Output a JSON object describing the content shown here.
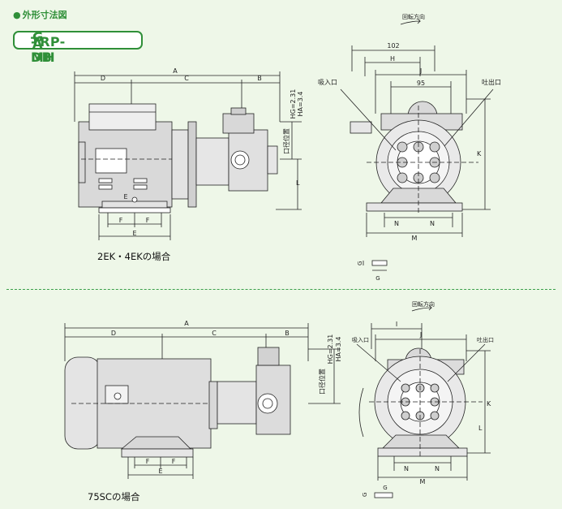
{
  "section_title": "外形寸法図",
  "model_name": "TRP-MH^G_A-DB",
  "model_display": "TRP-MH",
  "model_sup": "G",
  "model_sub": "A",
  "model_suffix": "-DB",
  "top_drawing": {
    "caption": "2EK・4EKの場合",
    "dims": {
      "A": "A",
      "B": "B",
      "C": "C",
      "D": "D",
      "E": "E",
      "F": "F",
      "G": "G",
      "H": "H",
      "J": "J",
      "K": "K",
      "L": "L",
      "M": "M",
      "N": "N",
      "d102": "102",
      "d95": "95"
    },
    "hg": "HG=2.31",
    "ha": "HA=3.4",
    "port_pos": "口径位置",
    "rotation": "回転方向",
    "suction": "吸入口",
    "discharge": "吐出口"
  },
  "bottom_drawing": {
    "caption": "75SCの場合",
    "dims": {
      "A": "A",
      "B": "B",
      "C": "C",
      "D": "D",
      "E": "E",
      "F": "F",
      "G": "G",
      "I": "I",
      "J": "J",
      "K": "K",
      "L": "L",
      "M": "M",
      "N": "N"
    },
    "hg": "HG=2.31",
    "ha": "HA=3.4",
    "port_pos": "口径位置",
    "rotation": "回転方向",
    "suction": "吸入口",
    "discharge": "吐出口"
  },
  "colors": {
    "accent": "#2f8f38",
    "background": "#eef7e8",
    "line": "#222222",
    "fill": "#d9d9d9"
  }
}
